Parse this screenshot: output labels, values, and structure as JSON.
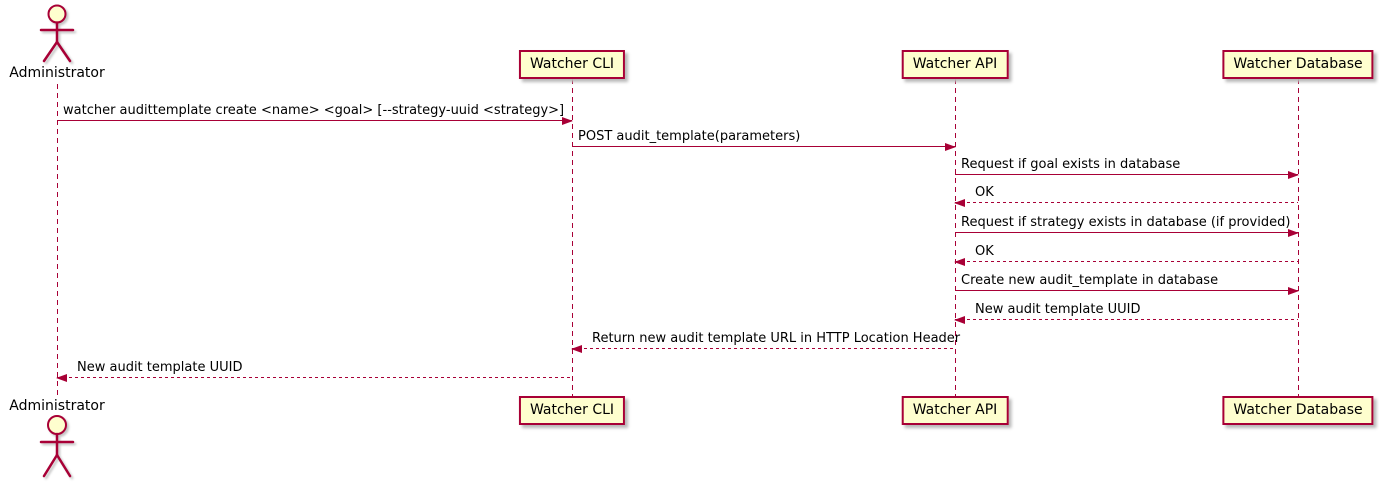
{
  "diagram": {
    "type": "sequence-diagram",
    "colors": {
      "accent": "#A80036",
      "participant_fill": "#FEFECE",
      "text": "#000000",
      "background": "#FFFFFF"
    },
    "participants": [
      {
        "id": "administrator",
        "label": "Administrator",
        "kind": "actor"
      },
      {
        "id": "watcher-cli",
        "label": "Watcher CLI",
        "kind": "box"
      },
      {
        "id": "watcher-api",
        "label": "Watcher API",
        "kind": "box"
      },
      {
        "id": "watcher-database",
        "label": "Watcher Database",
        "kind": "box"
      }
    ],
    "messages": [
      {
        "from": "administrator",
        "to": "watcher-cli",
        "line": "solid",
        "label": "watcher audittemplate create <name> <goal> [--strategy-uuid <strategy>]"
      },
      {
        "from": "watcher-cli",
        "to": "watcher-api",
        "line": "solid",
        "label": "POST audit_template(parameters)"
      },
      {
        "from": "watcher-api",
        "to": "watcher-database",
        "line": "solid",
        "label": "Request if goal exists in database"
      },
      {
        "from": "watcher-database",
        "to": "watcher-api",
        "line": "dashed",
        "label": "OK"
      },
      {
        "from": "watcher-api",
        "to": "watcher-database",
        "line": "solid",
        "label": "Request if strategy exists in database (if provided)"
      },
      {
        "from": "watcher-database",
        "to": "watcher-api",
        "line": "dashed",
        "label": "OK"
      },
      {
        "from": "watcher-api",
        "to": "watcher-database",
        "line": "solid",
        "label": "Create new audit_template in database"
      },
      {
        "from": "watcher-database",
        "to": "watcher-api",
        "line": "dashed",
        "label": "New audit template UUID"
      },
      {
        "from": "watcher-api",
        "to": "watcher-cli",
        "line": "dashed",
        "label": "Return new audit template URL in HTTP Location Header"
      },
      {
        "from": "watcher-cli",
        "to": "administrator",
        "line": "dashed",
        "label": "New audit template UUID"
      }
    ]
  }
}
